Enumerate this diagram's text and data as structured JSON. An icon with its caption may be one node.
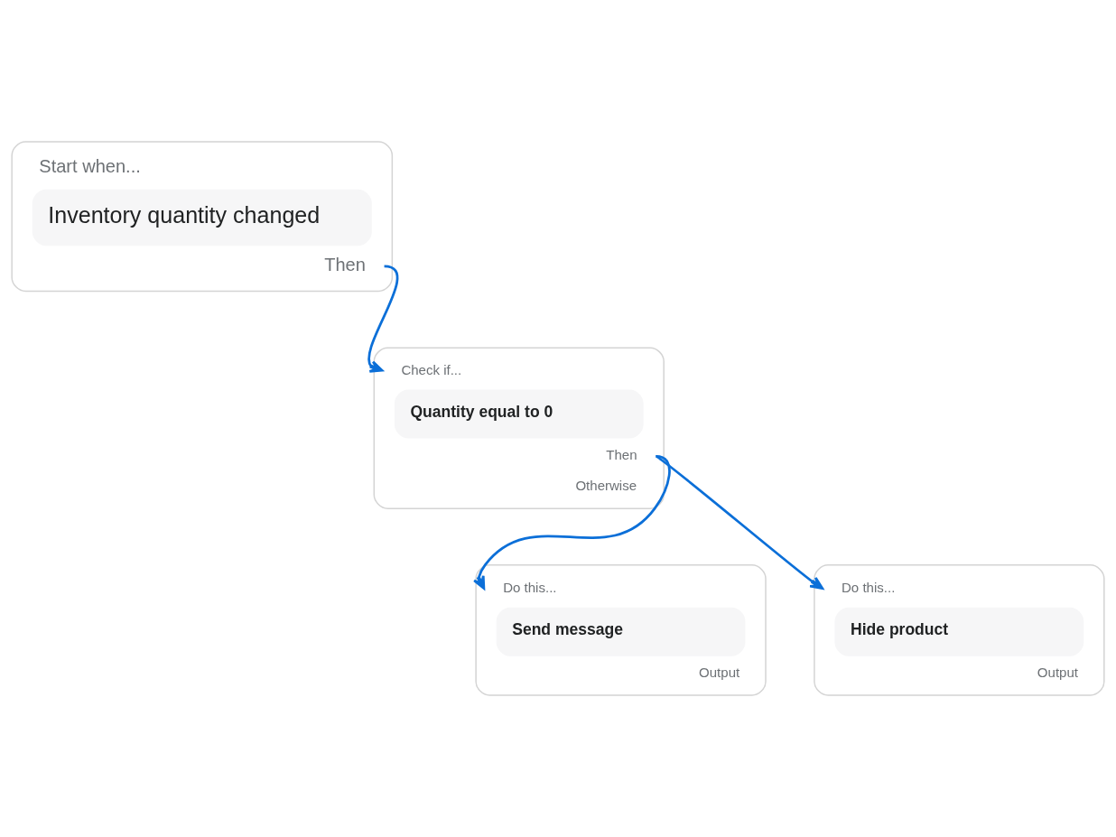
{
  "diagram": {
    "nodes": [
      {
        "text": [
          "Start when...",
          "Inventory quantity changed",
          "Then"
        ]
      },
      {
        "text": [
          "Check if...",
          "Quantity equal to 0",
          "Then",
          "Otherwise"
        ]
      },
      {
        "text": [
          "Do this...",
          "Send message",
          "Output"
        ]
      },
      {
        "text": [
          "Do this...",
          "Hide product",
          "Output"
        ]
      }
    ],
    "edges": [
      {
        "from": 0,
        "to": 1,
        "arrow": "to"
      },
      {
        "from": 1,
        "to": 2,
        "arrow": "to"
      },
      {
        "from": 1,
        "to": 3,
        "arrow": "to"
      }
    ]
  }
}
